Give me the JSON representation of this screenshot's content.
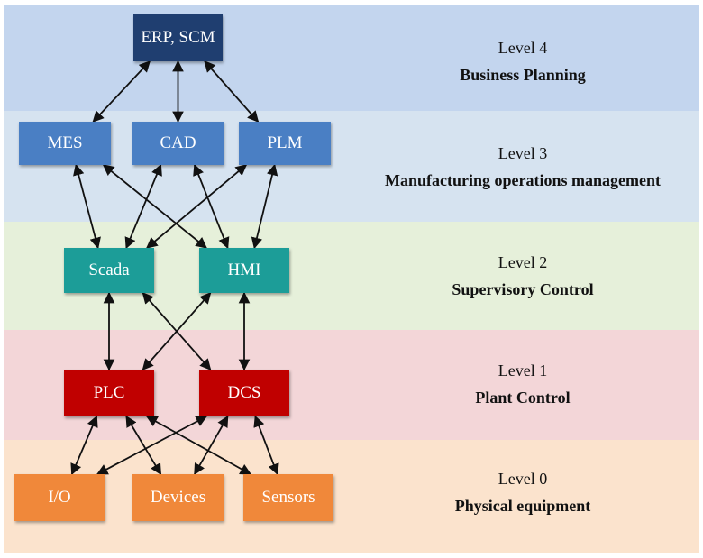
{
  "colors": {
    "level4_band": "#c3d5ee",
    "level3_band": "#d6e3f0",
    "level2_band": "#e6f0da",
    "level1_band": "#f3d6d8",
    "level0_band": "#fbe3cd",
    "level4_node": "#1f3e70",
    "level3_node": "#4a7fc4",
    "level2_node": "#1c9d98",
    "level1_node": "#c00000",
    "level0_node": "#f0883a",
    "arrow": "#111111"
  },
  "levels": [
    {
      "id": "4",
      "number_label": "Level 4",
      "title": "Business Planning"
    },
    {
      "id": "3",
      "number_label": "Level 3",
      "title": "Manufacturing operations management"
    },
    {
      "id": "2",
      "number_label": "Level 2",
      "title": "Supervisory Control"
    },
    {
      "id": "1",
      "number_label": "Level 1",
      "title": "Plant Control"
    },
    {
      "id": "0",
      "number_label": "Level 0",
      "title": "Physical equipment"
    }
  ],
  "nodes": {
    "erp": {
      "label": "ERP, SCM",
      "level": "4"
    },
    "mes": {
      "label": "MES",
      "level": "3"
    },
    "cad": {
      "label": "CAD",
      "level": "3"
    },
    "plm": {
      "label": "PLM",
      "level": "3"
    },
    "scada": {
      "label": "Scada",
      "level": "2"
    },
    "hmi": {
      "label": "HMI",
      "level": "2"
    },
    "plc": {
      "label": "PLC",
      "level": "1"
    },
    "dcs": {
      "label": "DCS",
      "level": "1"
    },
    "io": {
      "label": "I/O",
      "level": "0"
    },
    "devices": {
      "label": "Devices",
      "level": "0"
    },
    "sensors": {
      "label": "Sensors",
      "level": "0"
    }
  },
  "connections": [
    {
      "from": "erp",
      "to": "mes"
    },
    {
      "from": "erp",
      "to": "cad"
    },
    {
      "from": "erp",
      "to": "plm"
    },
    {
      "from": "mes",
      "to": "scada"
    },
    {
      "from": "mes",
      "to": "hmi"
    },
    {
      "from": "cad",
      "to": "scada"
    },
    {
      "from": "cad",
      "to": "hmi"
    },
    {
      "from": "plm",
      "to": "scada"
    },
    {
      "from": "plm",
      "to": "hmi"
    },
    {
      "from": "scada",
      "to": "plc"
    },
    {
      "from": "scada",
      "to": "dcs"
    },
    {
      "from": "hmi",
      "to": "plc"
    },
    {
      "from": "hmi",
      "to": "dcs"
    },
    {
      "from": "plc",
      "to": "io"
    },
    {
      "from": "plc",
      "to": "devices"
    },
    {
      "from": "plc",
      "to": "sensors"
    },
    {
      "from": "dcs",
      "to": "io"
    },
    {
      "from": "dcs",
      "to": "devices"
    },
    {
      "from": "dcs",
      "to": "sensors"
    }
  ]
}
